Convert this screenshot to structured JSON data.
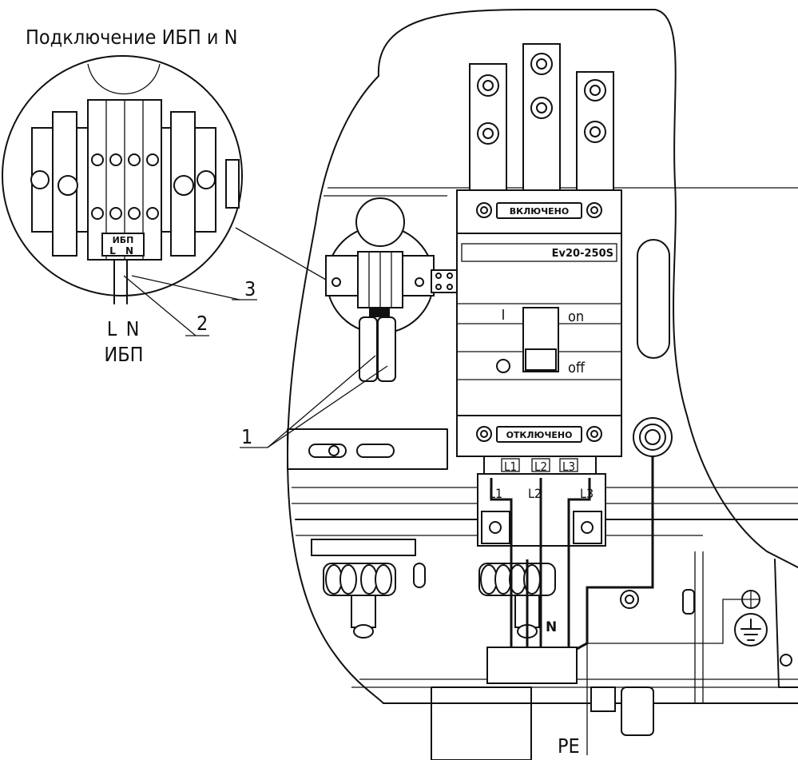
{
  "title": "Подключение ИБП и N",
  "breaker": {
    "model": "Ev20-250S",
    "state_on_label": "ВКЛЮЧЕНО",
    "state_off_label": "ОТКЛЮЧЕНО",
    "switch_on": "on",
    "switch_off": "off",
    "switch_on_mark": "I",
    "switch_off_mark": "O",
    "terminals": [
      "L1",
      "L2",
      "L3"
    ]
  },
  "phase_wires": [
    "L1",
    "L2",
    "L3"
  ],
  "neutral_label": "N",
  "pe_label": "PE",
  "callouts": {
    "item_1": "1",
    "item_2": "2",
    "item_3": "3"
  },
  "detail": {
    "block_label": "ИБП",
    "wire_l": "L",
    "wire_n": "N",
    "under_l": "L",
    "under_n": "N",
    "under_caption": "ИБП"
  }
}
